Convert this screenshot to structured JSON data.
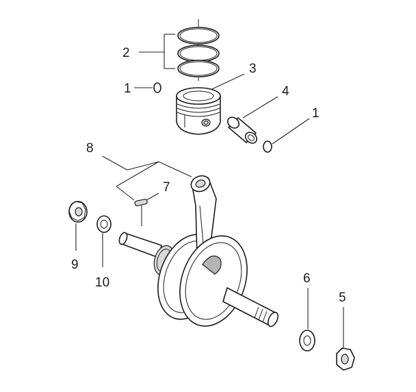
{
  "callouts": {
    "c1a": "1",
    "c2": "2",
    "c3": "3",
    "c4": "4",
    "c1b": "1",
    "c8": "8",
    "c7": "7",
    "c9": "9",
    "c10": "10",
    "c6": "6",
    "c5": "5"
  },
  "parts": [
    {
      "ref": "1",
      "icon": "circlip-icon"
    },
    {
      "ref": "2",
      "icon": "piston-ring-set-icon"
    },
    {
      "ref": "3",
      "icon": "piston-icon"
    },
    {
      "ref": "4",
      "icon": "piston-pin-icon"
    },
    {
      "ref": "5",
      "icon": "hex-nut-icon"
    },
    {
      "ref": "6",
      "icon": "washer-icon"
    },
    {
      "ref": "7",
      "icon": "woodruff-key-icon"
    },
    {
      "ref": "8",
      "icon": "crankshaft-assembly-icon"
    },
    {
      "ref": "9",
      "icon": "flange-nut-icon"
    },
    {
      "ref": "10",
      "icon": "washer-icon"
    }
  ]
}
